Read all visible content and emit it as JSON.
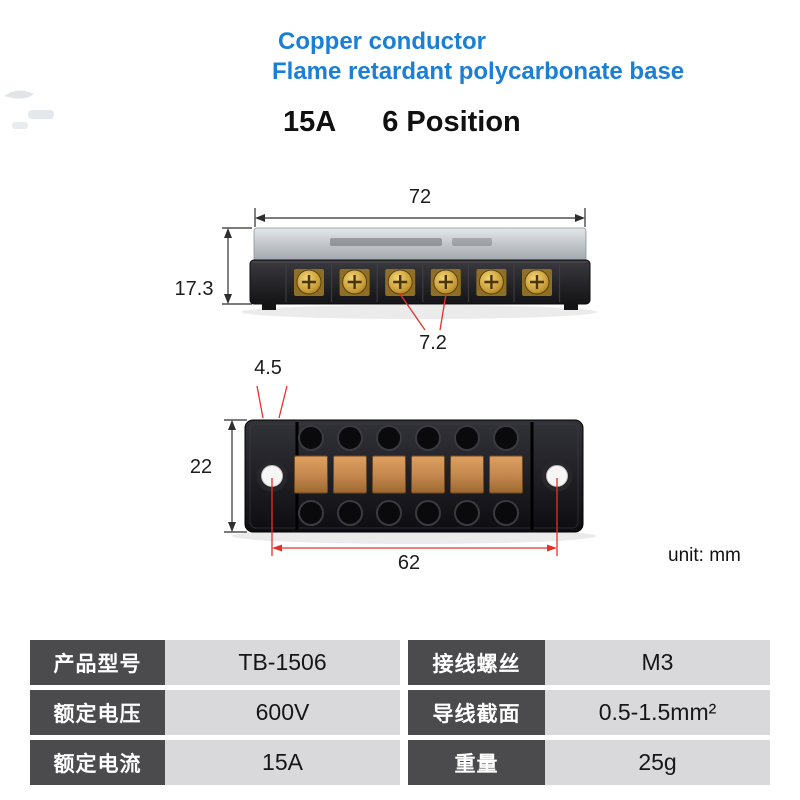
{
  "header": {
    "line1": "Copper conductor",
    "line2": "Flame retardant polycarbonate base",
    "rating": "15A",
    "positions": "6 Position"
  },
  "diagram": {
    "dim_total_width": "72",
    "dim_height": "17.3",
    "dim_pitch": "7.2",
    "dim_edge_offset": "4.5",
    "dim_body_width": "22",
    "dim_hole_span": "62",
    "unit": "unit: mm"
  },
  "colors": {
    "accent_blue": "#1b7fd6",
    "dimension_red": "#e8302a",
    "dimension_black": "#2e2e2e",
    "table_label_bg": "#4b4b4d",
    "table_value_bg": "#d9d9db",
    "copper": "#c5894f",
    "brass": "#c79a33"
  },
  "spec_table": {
    "rows": [
      {
        "label": "产品型号",
        "value": "TB-1506",
        "label2": "接线螺丝",
        "value2": "M3"
      },
      {
        "label": "额定电压",
        "value": "600V",
        "label2": "导线截面",
        "value2": "0.5-1.5mm²"
      },
      {
        "label": "额定电流",
        "value": "15A",
        "label2": "重量",
        "value2": "25g"
      }
    ]
  }
}
